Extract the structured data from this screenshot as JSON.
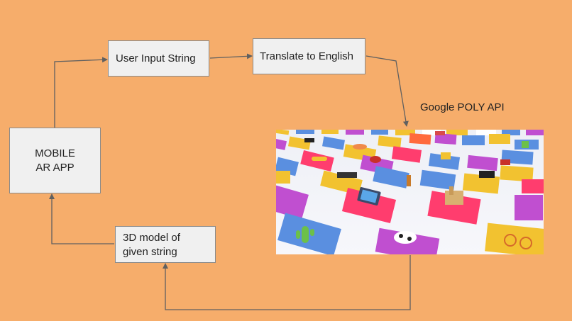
{
  "nodes": {
    "mobile_app": "MOBILE\nAR APP",
    "user_input": "User Input String",
    "translate": "Translate to English",
    "model": "3D model of\ngiven string",
    "api_label": "Google POLY API"
  },
  "image": {
    "description_icon": "poly-models-grid-image"
  },
  "colors": {
    "background": "#f6ad6b",
    "box_fill": "#f0f0f0",
    "box_border": "#8a8a8a",
    "arrow": "#606060"
  }
}
